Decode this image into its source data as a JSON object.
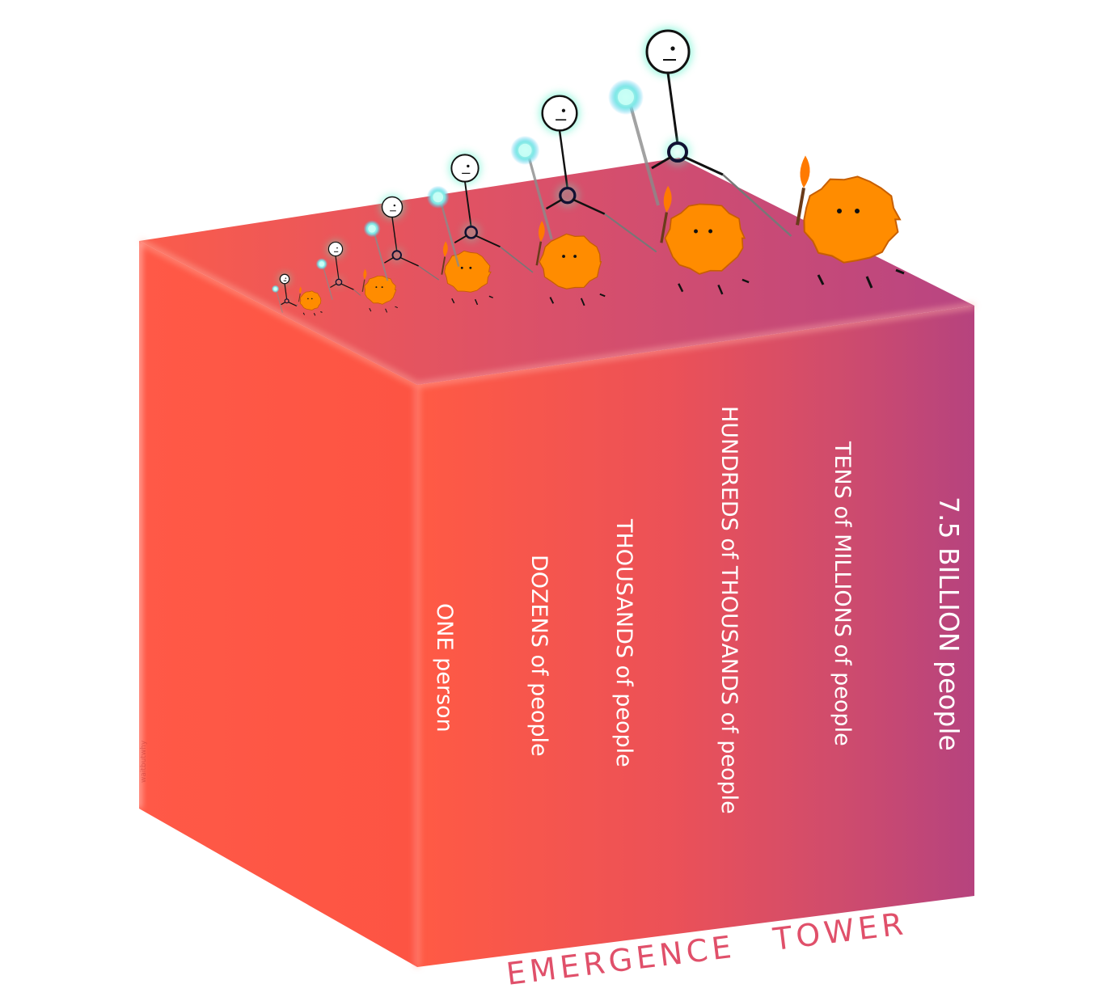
{
  "diagram": {
    "levels": [
      {
        "label": "ONE person"
      },
      {
        "label": "DOZENS of people"
      },
      {
        "label": "THOUSANDS of people"
      },
      {
        "label": "HUNDREDS of THOUSANDS of people"
      },
      {
        "label": "TENS of MILLIONS of people"
      },
      {
        "label": "7.5 BILLION people"
      }
    ],
    "caption_left": "EMERGENCE",
    "caption_right": "TOWER",
    "signature": "waitbutwhy"
  },
  "colors": {
    "cube_left": "#ff5644",
    "cube_front_start": "#ff5a44",
    "cube_front_end": "#b6437e",
    "cube_top_start": "#f55a4e",
    "cube_top_end": "#b84582",
    "creature": "#ff8c00",
    "torch_flame": "#ff7a00",
    "glow": "#52f2c8",
    "caption": "#e0506a"
  },
  "icons": [
    "stick-figure-icon",
    "orange-creature-icon",
    "torch-icon",
    "magic-staff-icon",
    "leash-icon"
  ]
}
